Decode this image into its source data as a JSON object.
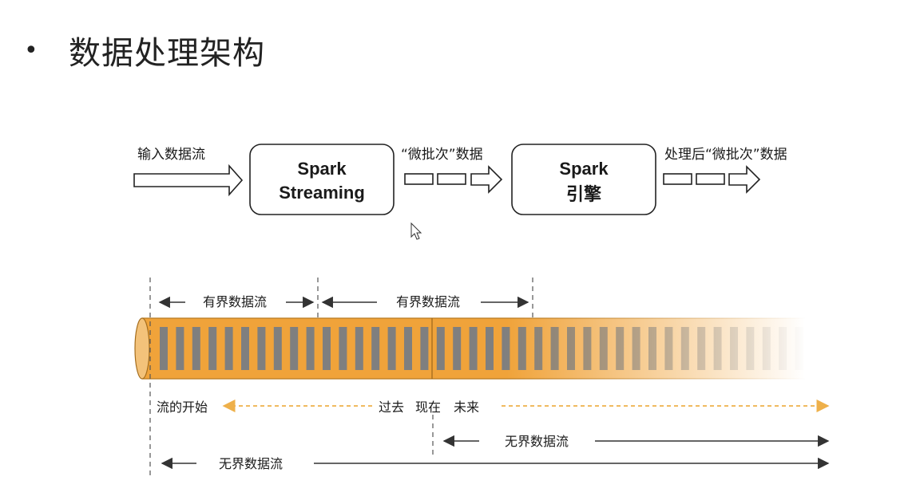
{
  "page": {
    "bullet": "•",
    "title": "数据处理架构"
  },
  "pipeline": {
    "input_label": "输入数据流",
    "box1_line1": "Spark",
    "box1_line2": "Streaming",
    "micro_batch_label": "“微批次”数据",
    "box2_line1": "Spark",
    "box2_line2": "引擎",
    "processed_label": "处理后“微批次”数据"
  },
  "stream": {
    "bounded_label_1": "有界数据流",
    "bounded_label_2": "有界数据流",
    "start_label": "流的开始",
    "past_label": "过去",
    "now_label": "现在",
    "future_label": "未来",
    "unbounded_label_1": "无界数据流",
    "unbounded_label_2": "无界数据流"
  },
  "colors": {
    "stream_orange": "#f0a33a",
    "dashed_orange": "#eeb04a",
    "bar_gray": "#7f7f7f",
    "line_dark": "#333333"
  },
  "icons": {
    "cursor": "mouse-pointer-icon"
  }
}
